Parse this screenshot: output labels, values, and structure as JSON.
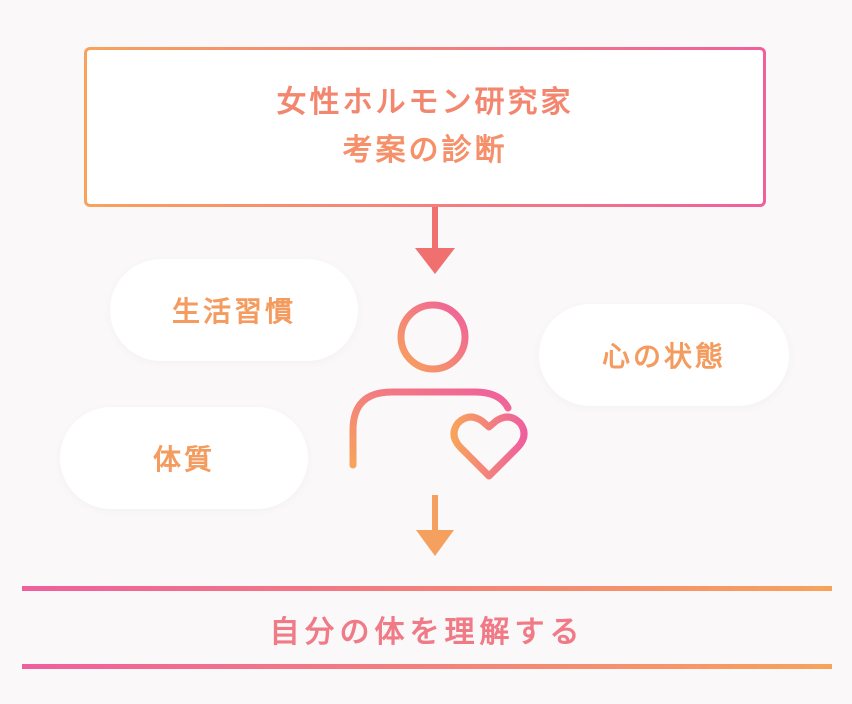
{
  "top_box": {
    "line1": "女性ホルモン研究家",
    "line2": "考案の診断"
  },
  "factors": [
    "生活習慣",
    "心の状態",
    "体質"
  ],
  "bottom": {
    "label": "自分の体を理解する"
  },
  "colors": {
    "gradient_start": "#f7a35c",
    "gradient_end": "#ef5f9d",
    "arrow_top": "#f07070",
    "arrow_bottom": "#f6a060",
    "background": "#faf8f9"
  },
  "icons": [
    "arrow-down-icon",
    "person-icon",
    "heart-icon"
  ]
}
